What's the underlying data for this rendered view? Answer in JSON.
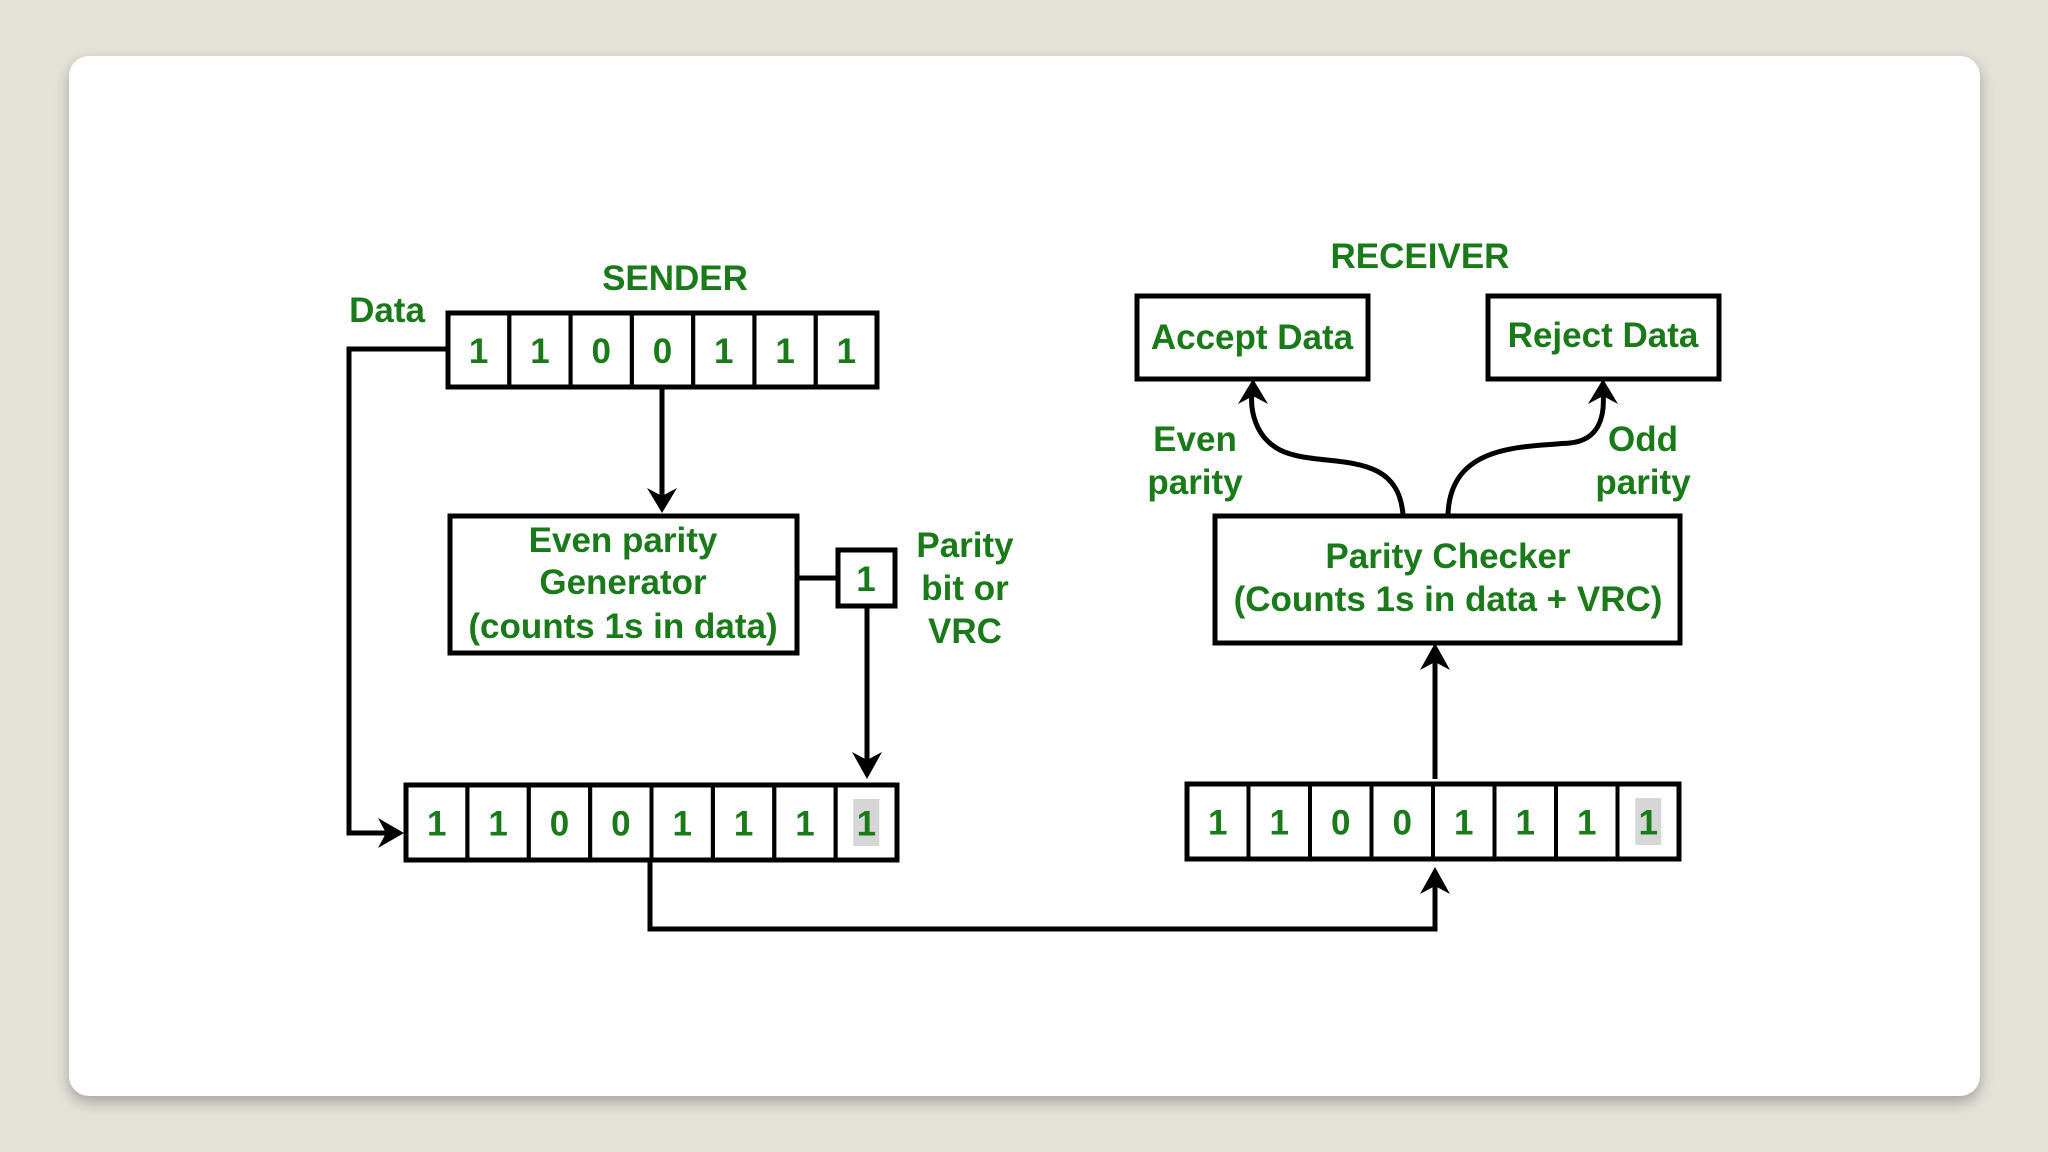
{
  "sender": {
    "title": "SENDER",
    "data_label": "Data",
    "data_bits": [
      "1",
      "1",
      "0",
      "0",
      "1",
      "1",
      "1"
    ],
    "generator_lines": [
      "Even parity",
      "Generator",
      "(counts 1s in data)"
    ],
    "parity_bit": "1",
    "parity_label_lines": [
      "Parity",
      "bit or",
      "VRC"
    ],
    "codeword_bits": [
      "1",
      "1",
      "0",
      "0",
      "1",
      "1",
      "1",
      "1"
    ]
  },
  "receiver": {
    "title": "RECEIVER",
    "accept_label": "Accept Data",
    "reject_label": "Reject Data",
    "even_parity_lines": [
      "Even",
      "parity"
    ],
    "odd_parity_lines": [
      "Odd",
      "parity"
    ],
    "checker_lines": [
      "Parity Checker",
      "(Counts 1s in data + VRC)"
    ],
    "codeword_bits": [
      "1",
      "1",
      "0",
      "0",
      "1",
      "1",
      "1",
      "1"
    ]
  },
  "colors": {
    "text": "#1a7a1a",
    "highlight": "#d6d6d6",
    "background": "#e4e1d7",
    "card": "#ffffff"
  }
}
